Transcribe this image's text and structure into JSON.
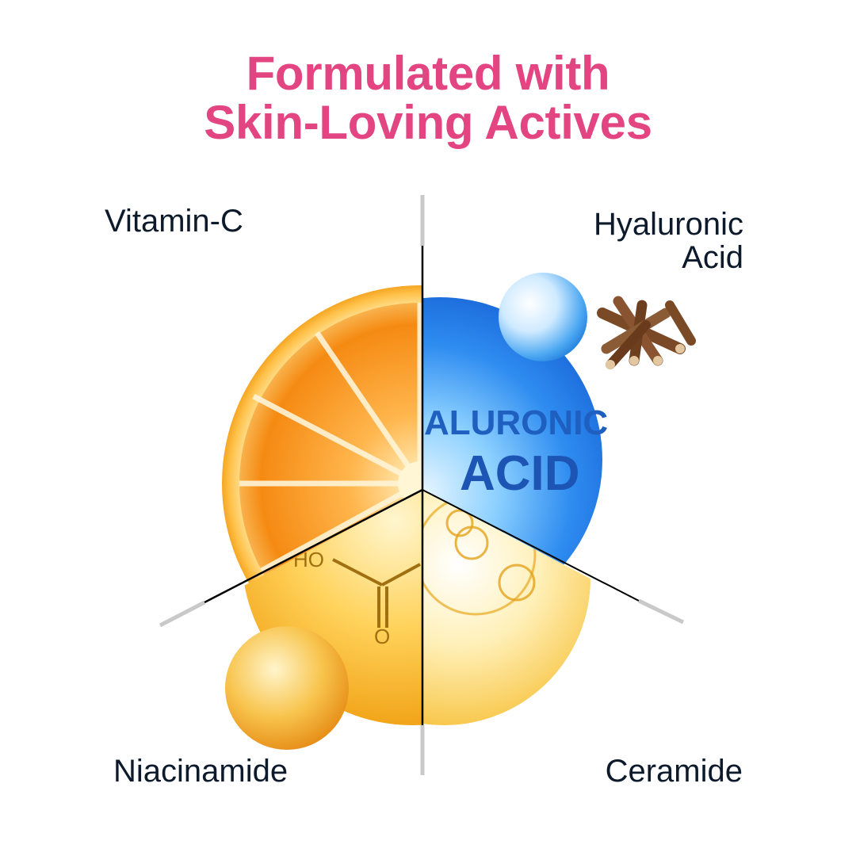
{
  "title": {
    "line1": "Formulated with",
    "line2": "Skin-Loving Actives"
  },
  "labels": {
    "vitamin_c": "Vitamin-C",
    "hyaluronic_line1": "Hyaluronic",
    "hyaluronic_line2": "Acid",
    "niacinamide": "Niacinamide",
    "ceramide": "Ceramide"
  },
  "bubble_text": {
    "line1": "ALURONIC",
    "line2": "ACID"
  },
  "molecule": {
    "ho": "HO",
    "o": "O"
  },
  "colors": {
    "title": "#e34582",
    "label": "#0d1a2b",
    "orange": "#f6a02a",
    "blue": "#2e8cf0",
    "gold": "#f2b01e",
    "divider": "#000000",
    "divider_ext": "#c9c9c9"
  }
}
